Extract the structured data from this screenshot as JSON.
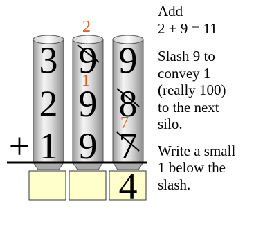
{
  "digits": {
    "row1": [
      "3",
      "9",
      "9"
    ],
    "row2": [
      "2",
      "9",
      "8"
    ],
    "row3": [
      "1",
      "9",
      "7"
    ],
    "operator": "+",
    "result": [
      "",
      "",
      "4"
    ]
  },
  "carries": {
    "above_tens_row1": "2",
    "above_tens_row2": "1",
    "above_ones_row3": "7"
  },
  "explanation": {
    "step1": [
      "Add",
      "2 + 9 = 11"
    ],
    "step2": [
      "Slash 9 to",
      "convey 1",
      "(really 100)",
      "to the next",
      "silo."
    ],
    "step3": [
      "Write a small",
      "1 below the",
      "slash."
    ]
  },
  "colors": {
    "carry": "#e8600e",
    "result_box": "#ffffcc",
    "silo_fill": "#cfcfcf"
  }
}
